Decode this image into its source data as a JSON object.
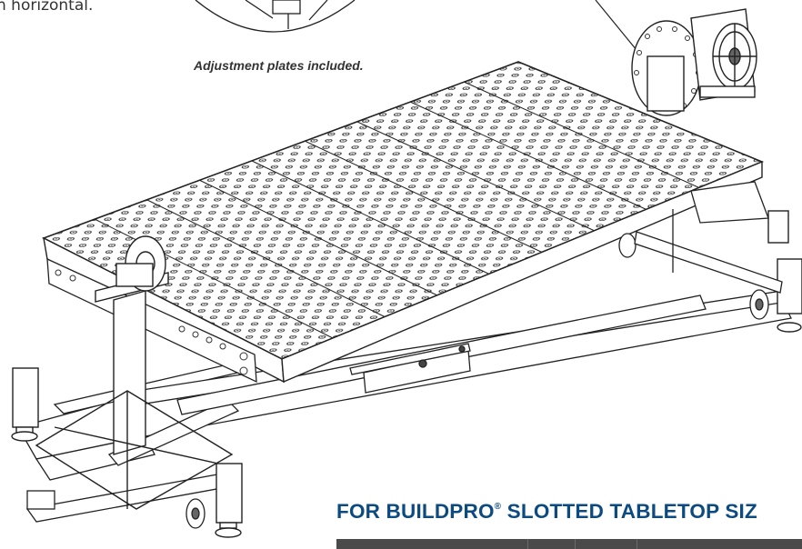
{
  "intro": {
    "text": "n horizontal."
  },
  "caption": {
    "text": "Adjustment plates included."
  },
  "heading": {
    "main": "FOR BUILDPRO",
    "reg": "®",
    "rest": " SLOTTED TABLETOP SIZ"
  },
  "colors": {
    "heading": "#0c4a82",
    "line_art": "#222222",
    "table_header": "#4a4a4a"
  }
}
